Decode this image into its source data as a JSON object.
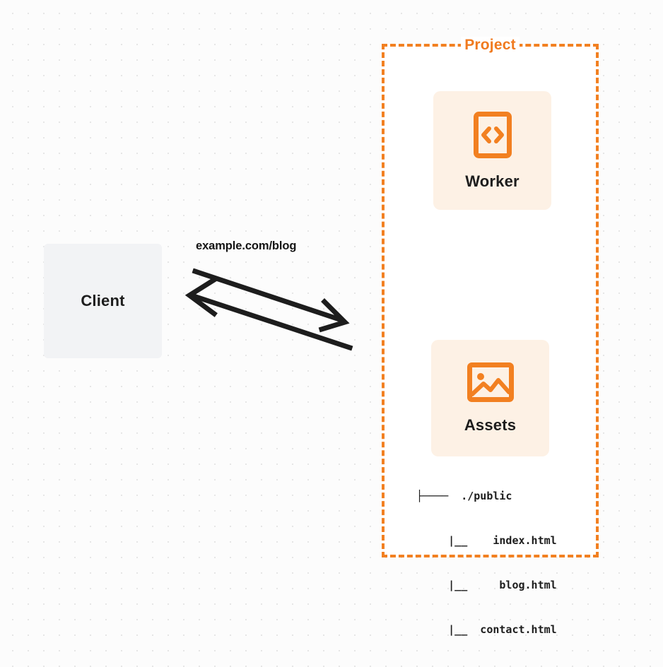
{
  "diagram": {
    "title": "Client to Cloudflare Project request flow",
    "background": {
      "color": "#fcfcfc",
      "dot_color": "#e6e6e6"
    },
    "accent_color": "#f28021",
    "client": {
      "label": "Client",
      "fill": "#f2f3f5"
    },
    "connection": {
      "label": "example.com/blog",
      "request_direction": "client-to-project",
      "response_direction": "project-to-client",
      "stroke": "#1d1d1d"
    },
    "project": {
      "label": "Project",
      "border_color": "#f28021",
      "border_style": "dashed",
      "nodes": [
        {
          "id": "worker",
          "label": "Worker",
          "icon": "code-brackets-icon",
          "fill": "#fdf1e5",
          "icon_color": "#f28021"
        },
        {
          "id": "assets",
          "label": "Assets",
          "icon": "image-picture-icon",
          "fill": "#fdf1e5",
          "icon_color": "#f28021"
        }
      ],
      "file_tree": [
        "├────  ./public",
        "     |__    index.html",
        "     |__     blog.html",
        "     |__  contact.html"
      ]
    }
  }
}
